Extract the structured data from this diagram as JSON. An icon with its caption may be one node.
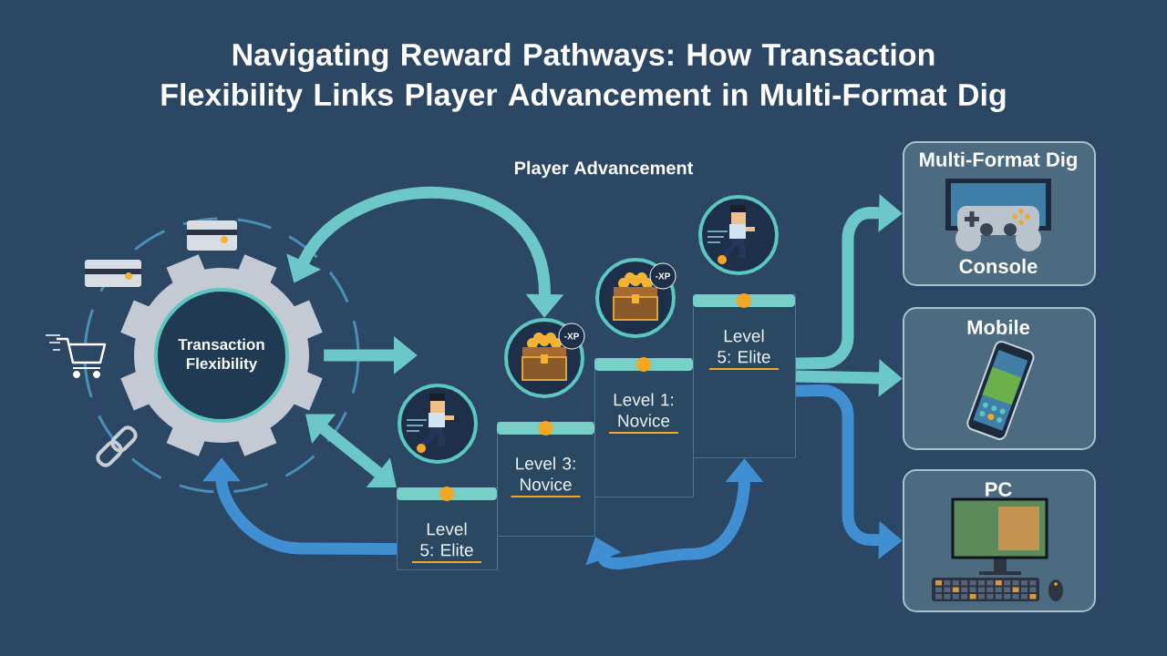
{
  "diagram": {
    "title": "Navigating Reward Pathways: How Transaction Flexibility Links Player Advancement in Multi-Format Dig",
    "nodes": [
      {
        "text": [
          "Transaction Flexibility"
        ]
      },
      {
        "text": [
          "Level 5: Elite"
        ]
      },
      {
        "text": [
          "Level 3: Novice"
        ]
      },
      {
        "text": [
          "Level 1: Novice"
        ]
      },
      {
        "text": [
          "Level 5: Elite"
        ]
      },
      {
        "text": [],
        "shape": "picture"
      },
      {
        "text": [
          "-XP"
        ]
      },
      {
        "text": [
          "-XP"
        ]
      },
      {
        "text": [],
        "shape": "picture"
      },
      {
        "text": [
          "Multi-Format Dig",
          "Console"
        ]
      },
      {
        "text": [
          "Mobile"
        ]
      },
      {
        "text": [
          "PC"
        ]
      }
    ],
    "edges": [
      {
        "from": 0,
        "to": 6,
        "arrow": "both"
      },
      {
        "from": 0,
        "to": null,
        "arrow": "to"
      },
      {
        "from": 0,
        "to": 1,
        "arrow": "both"
      },
      {
        "from": 1,
        "to": 0,
        "arrow": "to",
        "color": "#3f8fd2"
      },
      {
        "from": 2,
        "to": 4,
        "arrow": "both",
        "color": "#3f8fd2"
      },
      {
        "from": 4,
        "to": 9,
        "arrow": "to"
      },
      {
        "from": 4,
        "to": 10,
        "arrow": "to"
      },
      {
        "from": 4,
        "to": 11,
        "arrow": "to",
        "color": "#3f8fd2"
      }
    ],
    "labels": [
      "Player Advancement"
    ]
  }
}
